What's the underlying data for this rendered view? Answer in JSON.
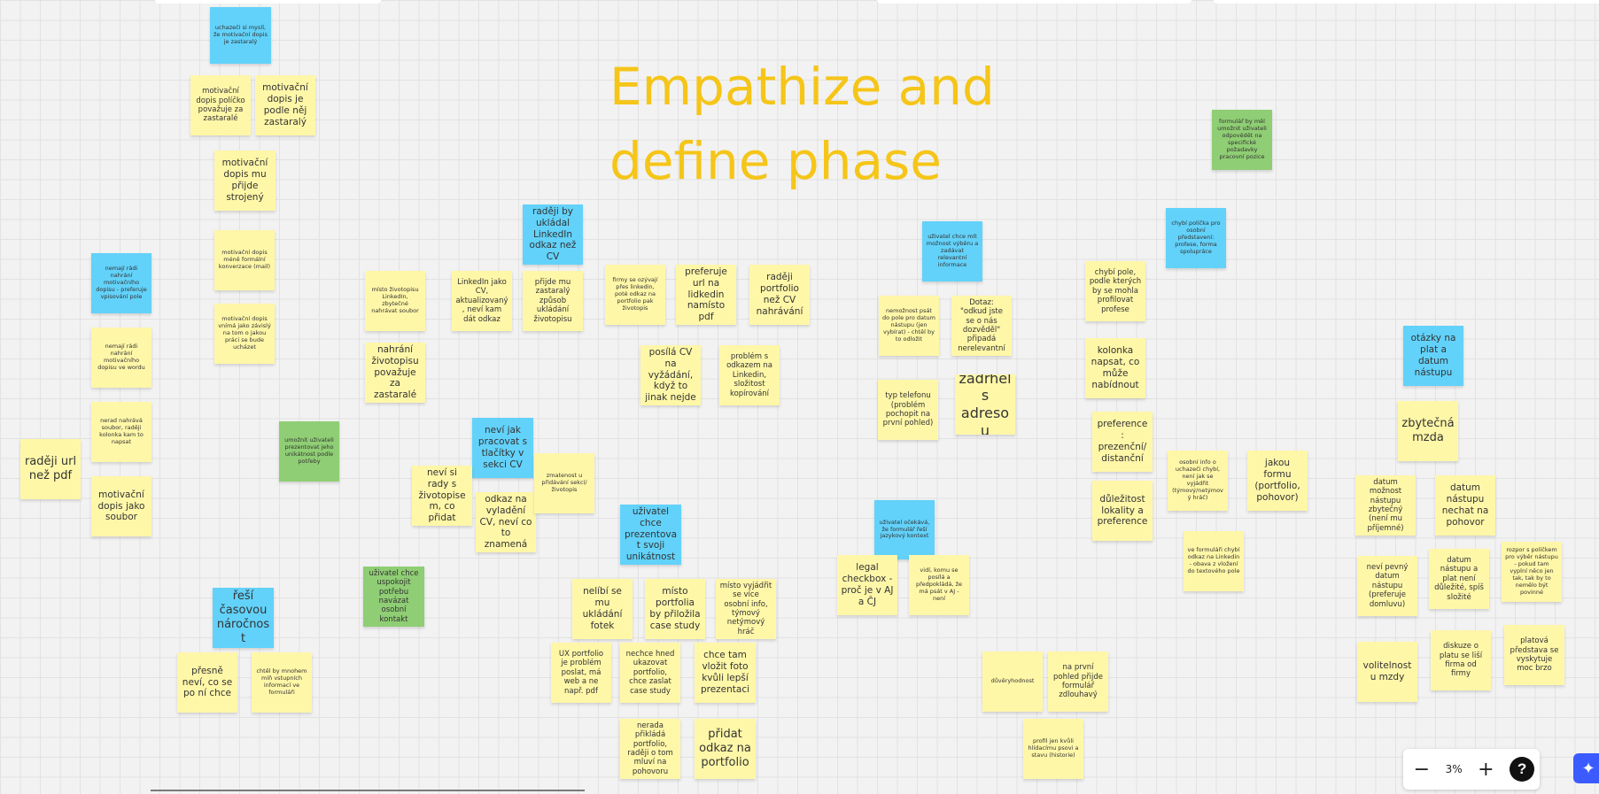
{
  "board": {
    "title_lines": [
      "Empathize and",
      "define phase"
    ]
  },
  "notes": [
    {
      "text": "uchazeči si myslí, že motivační dopis je zastaralý",
      "color": "blue"
    },
    {
      "text": "motivační dopis políčko považuje za zastaralé",
      "color": "yellow"
    },
    {
      "text": "motivační dopis je podle něj zastaralý",
      "color": "yellow"
    },
    {
      "text": "motivační dopis mu přijde strojený",
      "color": "yellow"
    },
    {
      "text": "motivační dopis méně formální konverzace (mail)",
      "color": "yellow"
    },
    {
      "text": "motivační dopis vnímá jako závislý na tom o jakou práci se bude ucházet",
      "color": "yellow"
    },
    {
      "text": "nemají rádi nahrání motivačního dopisu - preferuje vpisování pole",
      "color": "blue"
    },
    {
      "text": "nemají rádi nahrání motivačního dopisu ve wordu",
      "color": "yellow"
    },
    {
      "text": "nerad nahrává soubor, raději kolonka kam to napsat",
      "color": "yellow"
    },
    {
      "text": "motivační dopis jako soubor",
      "color": "yellow"
    },
    {
      "text": "raději url než pdf",
      "color": "yellow"
    },
    {
      "text": "umožnit uživateli prezentovat jeho unikátnost podle potřeby",
      "color": "green"
    },
    {
      "text": "místo životopisu LinkedIn, zbytečné nahrávat soubor",
      "color": "yellow"
    },
    {
      "text": "nahrání životopisu považuje za zastaralé",
      "color": "yellow"
    },
    {
      "text": "LinkedIn jako CV, aktualizovaný, neví kam dát odkaz",
      "color": "yellow"
    },
    {
      "text": "raději by ukládal LinkedIn odkaz než CV",
      "color": "blue"
    },
    {
      "text": "přijde mu zastaralý způsob ukládání životopisu",
      "color": "yellow"
    },
    {
      "text": "firmy se ozývají přes linkedin, poté odkaz na portfolio pak životopis",
      "color": "yellow"
    },
    {
      "text": "preferuje url na lidkedin namísto pdf",
      "color": "yellow"
    },
    {
      "text": "raději portfolio než CV nahrávání",
      "color": "yellow"
    },
    {
      "text": "posílá CV na vyžádání, když to jinak nejde",
      "color": "yellow"
    },
    {
      "text": "problém s odkazem na Linkedin, složitost kopírování",
      "color": "yellow"
    },
    {
      "text": "neví jak pracovat s tlačítky v sekci CV",
      "color": "blue"
    },
    {
      "text": "neví si rady s životopisem, co přidat",
      "color": "yellow"
    },
    {
      "text": "odkaz na vyladění CV, neví co to znamená",
      "color": "yellow"
    },
    {
      "text": "zmatenost u přidávání sekcí/životopis",
      "color": "yellow"
    },
    {
      "text": "uživatel chce uspokojit potřebu navázat osobní kontakt",
      "color": "green"
    },
    {
      "text": "řeší časovou náročnost",
      "color": "blue"
    },
    {
      "text": "přesně neví, co se po ní chce",
      "color": "yellow"
    },
    {
      "text": "chtěl by mnohem míň vstupních informací ve formuláři",
      "color": "yellow"
    },
    {
      "text": "uživatel chce prezentovat svoji unikátnost",
      "color": "blue"
    },
    {
      "text": "nelíbí se mu ukládání fotek",
      "color": "yellow"
    },
    {
      "text": "místo portfolia by přiložila case study",
      "color": "yellow"
    },
    {
      "text": "místo vyjádřit se více osobní info, týmový netýmový hráč",
      "color": "yellow"
    },
    {
      "text": "UX portfolio je problém poslat, má web a ne např. pdf",
      "color": "yellow"
    },
    {
      "text": "nechce hned ukazovat portfolio, chce zaslat case study",
      "color": "yellow"
    },
    {
      "text": "chce tam vložit foto kvůli lepší prezentaci",
      "color": "yellow"
    },
    {
      "text": "nerada přikládá portfolio, raději o tom mluví na pohovoru",
      "color": "yellow"
    },
    {
      "text": "přidat odkaz na portfolio",
      "color": "yellow"
    },
    {
      "text": "uživatel chce mít možnost výběru a zadávat relevantní informace",
      "color": "blue"
    },
    {
      "text": "nemožnost psát do pole pro datum nástupu (jen vybírat) - chtěl by to odložit",
      "color": "yellow"
    },
    {
      "text": "Dotaz: \"odkud jste se o nás dozvěděl\" připadá nerelevantní",
      "color": "yellow"
    },
    {
      "text": "typ telefonu (problém pochopit na první pohled)",
      "color": "yellow"
    },
    {
      "text": "zádrhel s adresou",
      "color": "yellow"
    },
    {
      "text": "uživatel očekává, že formulář řeší jazykový kontext",
      "color": "blue"
    },
    {
      "text": "legal checkbox - proč je v AJ a ČJ",
      "color": "yellow"
    },
    {
      "text": "vidí, komu se posílá a předpokládá, že má psát v AJ - není",
      "color": "yellow"
    },
    {
      "text": "důvěryhodnost",
      "color": "yellow"
    },
    {
      "text": "na první pohled přijde formulář zdlouhavý",
      "color": "yellow"
    },
    {
      "text": "profil jen kvůli hlídacímu psovi a stavu (historie)",
      "color": "yellow"
    },
    {
      "text": "formulář by měl umožnit uživateli odpovědět na specifické požadavky pracovní pozice",
      "color": "green"
    },
    {
      "text": "chybí políčka pro osobní představení: profese, forma spolupráce",
      "color": "blue"
    },
    {
      "text": "chybí pole, podle kterých by se mohla profilovat profese",
      "color": "yellow"
    },
    {
      "text": "kolonka napsat, co může nabídnout",
      "color": "yellow"
    },
    {
      "text": "preference: prezenční/ distanční",
      "color": "yellow"
    },
    {
      "text": "důležitost lokality a preference",
      "color": "yellow"
    },
    {
      "text": "osobní info o uchazeči chybí, není jak se vyjádřit (týmový/netýmový hráč)",
      "color": "yellow"
    },
    {
      "text": "jakou formu (portfolio, pohovor)",
      "color": "yellow"
    },
    {
      "text": "ve formuláři chybí odkaz na Linkedin - obava z vložení do textového pole",
      "color": "yellow"
    },
    {
      "text": "otázky na plat a datum nástupu",
      "color": "blue"
    },
    {
      "text": "zbytečná mzda",
      "color": "yellow"
    },
    {
      "text": "datum možnost nástupu zbytečný (není mu příjemné)",
      "color": "yellow"
    },
    {
      "text": "datum nástupu nechat na pohovor",
      "color": "yellow"
    },
    {
      "text": "neví pevný datum nástupu (preferuje domluvu)",
      "color": "yellow"
    },
    {
      "text": "datum nástupu a plat není důležité, spíš složité",
      "color": "yellow"
    },
    {
      "text": "rozpor s políčkem pro výběr nástupu - pokud tam vyplní něco jen tak, tak by to nemělo být povinné",
      "color": "yellow"
    },
    {
      "text": "volitelnost u mzdy",
      "color": "yellow"
    },
    {
      "text": "diskuze o platu se liší firma od firmy",
      "color": "yellow"
    },
    {
      "text": "platová představa se vyskytuje moc brzo",
      "color": "yellow"
    }
  ],
  "zoom_controls": {
    "zoom_out": "−",
    "zoom_level": "3%",
    "zoom_in": "+",
    "help": "?",
    "ai_assist": "✦"
  }
}
